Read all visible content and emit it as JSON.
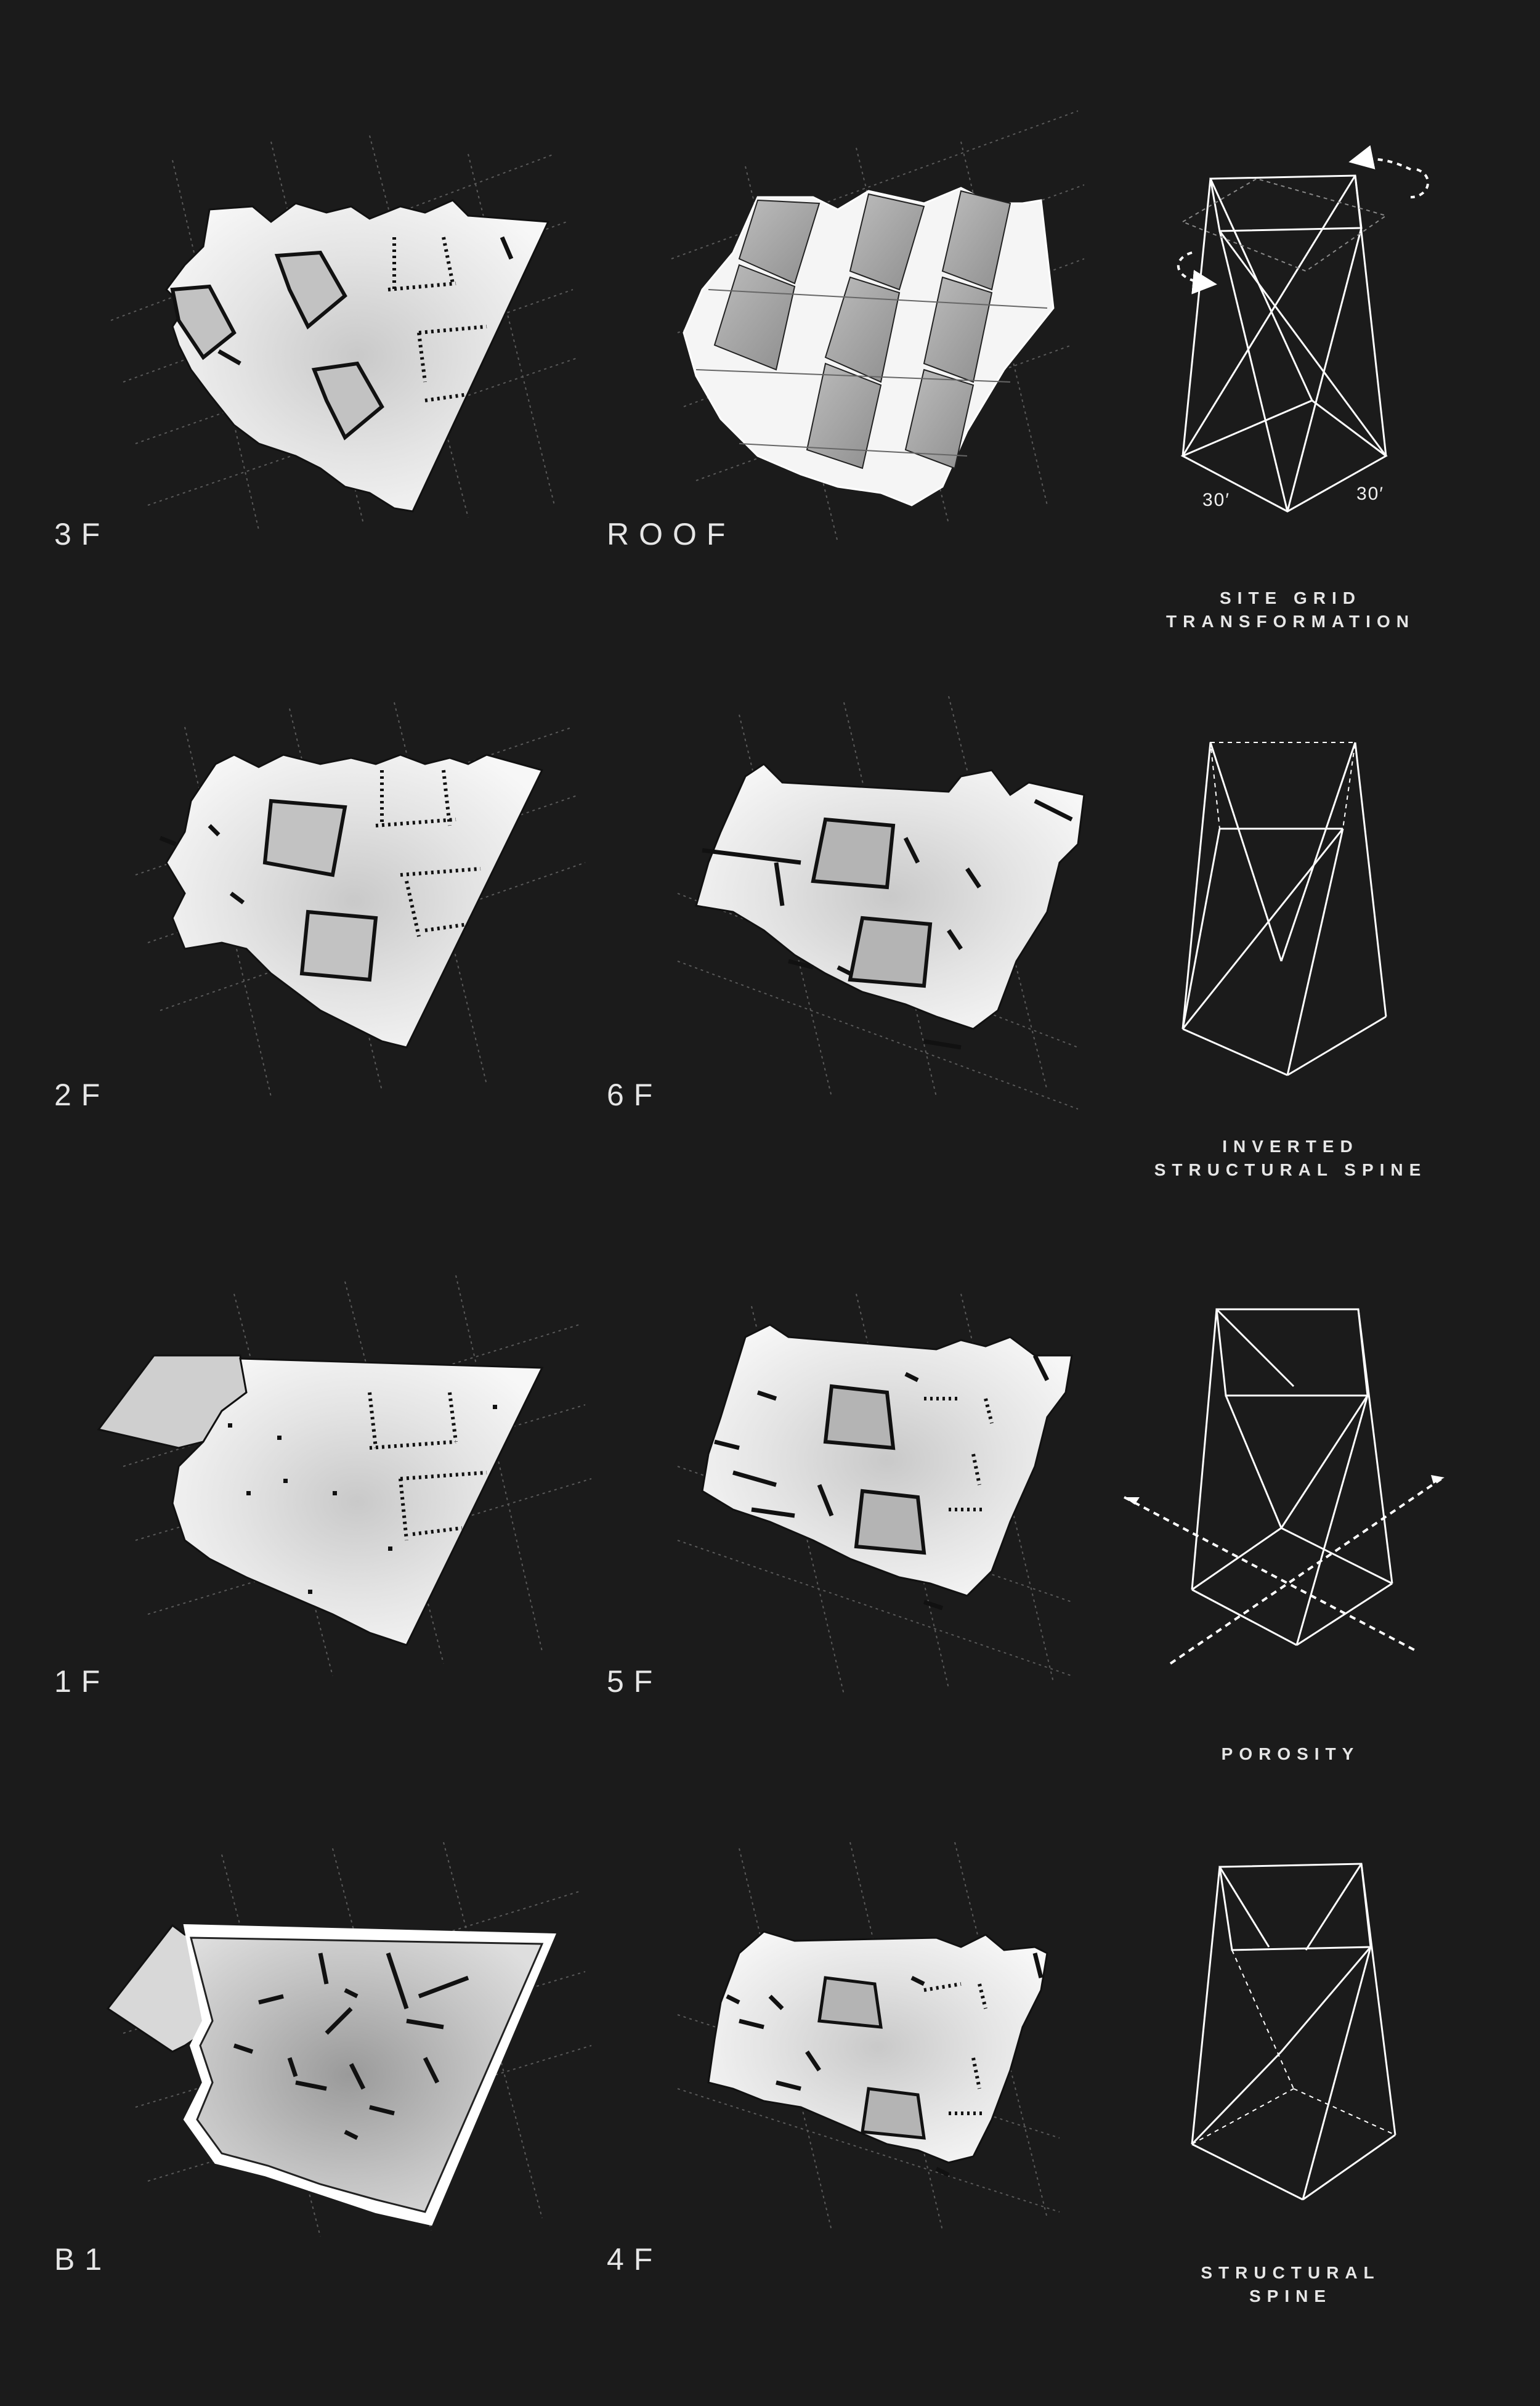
{
  "floors": {
    "f3": "3F",
    "roof": "ROOF",
    "f2": "2F",
    "f6": "6F",
    "f1": "1F",
    "f5": "5F",
    "b1": "B1",
    "f4": "4F"
  },
  "diagrams": {
    "site_grid": {
      "line1": "SITE GRID",
      "line2": "TRANSFORMATION",
      "dim_a": "30′",
      "dim_b": "30′"
    },
    "inverted_spine": {
      "line1": "INVERTED",
      "line2": "STRUCTURAL SPINE"
    },
    "porosity": {
      "line1": "POROSITY"
    },
    "structural_spine": {
      "line1": "STRUCTURAL",
      "line2": "SPINE"
    }
  },
  "colors": {
    "background": "#1b1b1b",
    "slab": "#efefef",
    "line": "#ffffff"
  }
}
